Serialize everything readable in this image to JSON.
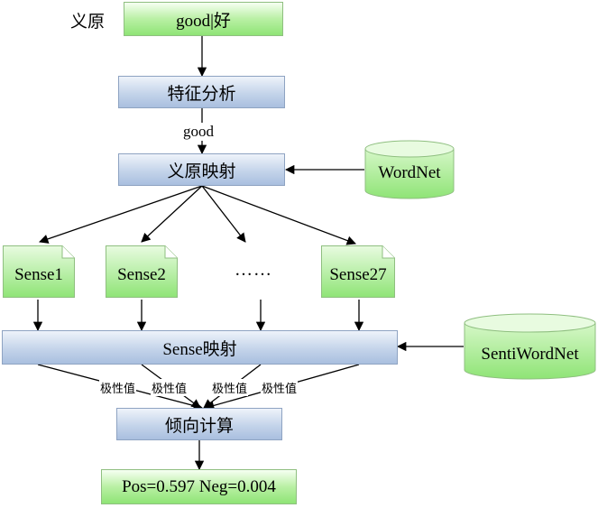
{
  "sememe_label": "义原",
  "input_word": "good|好",
  "steps": {
    "feature_analysis": "特征分析",
    "feature_output": "good",
    "sememe_mapping": "义原映射",
    "sense_mapping": "Sense映射",
    "tendency_calc": "倾向计算"
  },
  "resources": {
    "wordnet": "WordNet",
    "sentiwordnet": "SentiWordNet"
  },
  "senses": [
    "Sense1",
    "Sense2",
    "……",
    "Sense27"
  ],
  "polarity_labels": [
    "极性值",
    "极性值",
    "极性值",
    "极性值"
  ],
  "result": "Pos=0.597  Neg=0.004",
  "colors": {
    "process_box": "#c4d4ea",
    "io_box": "#b9f0a4",
    "wire": "#000000"
  }
}
